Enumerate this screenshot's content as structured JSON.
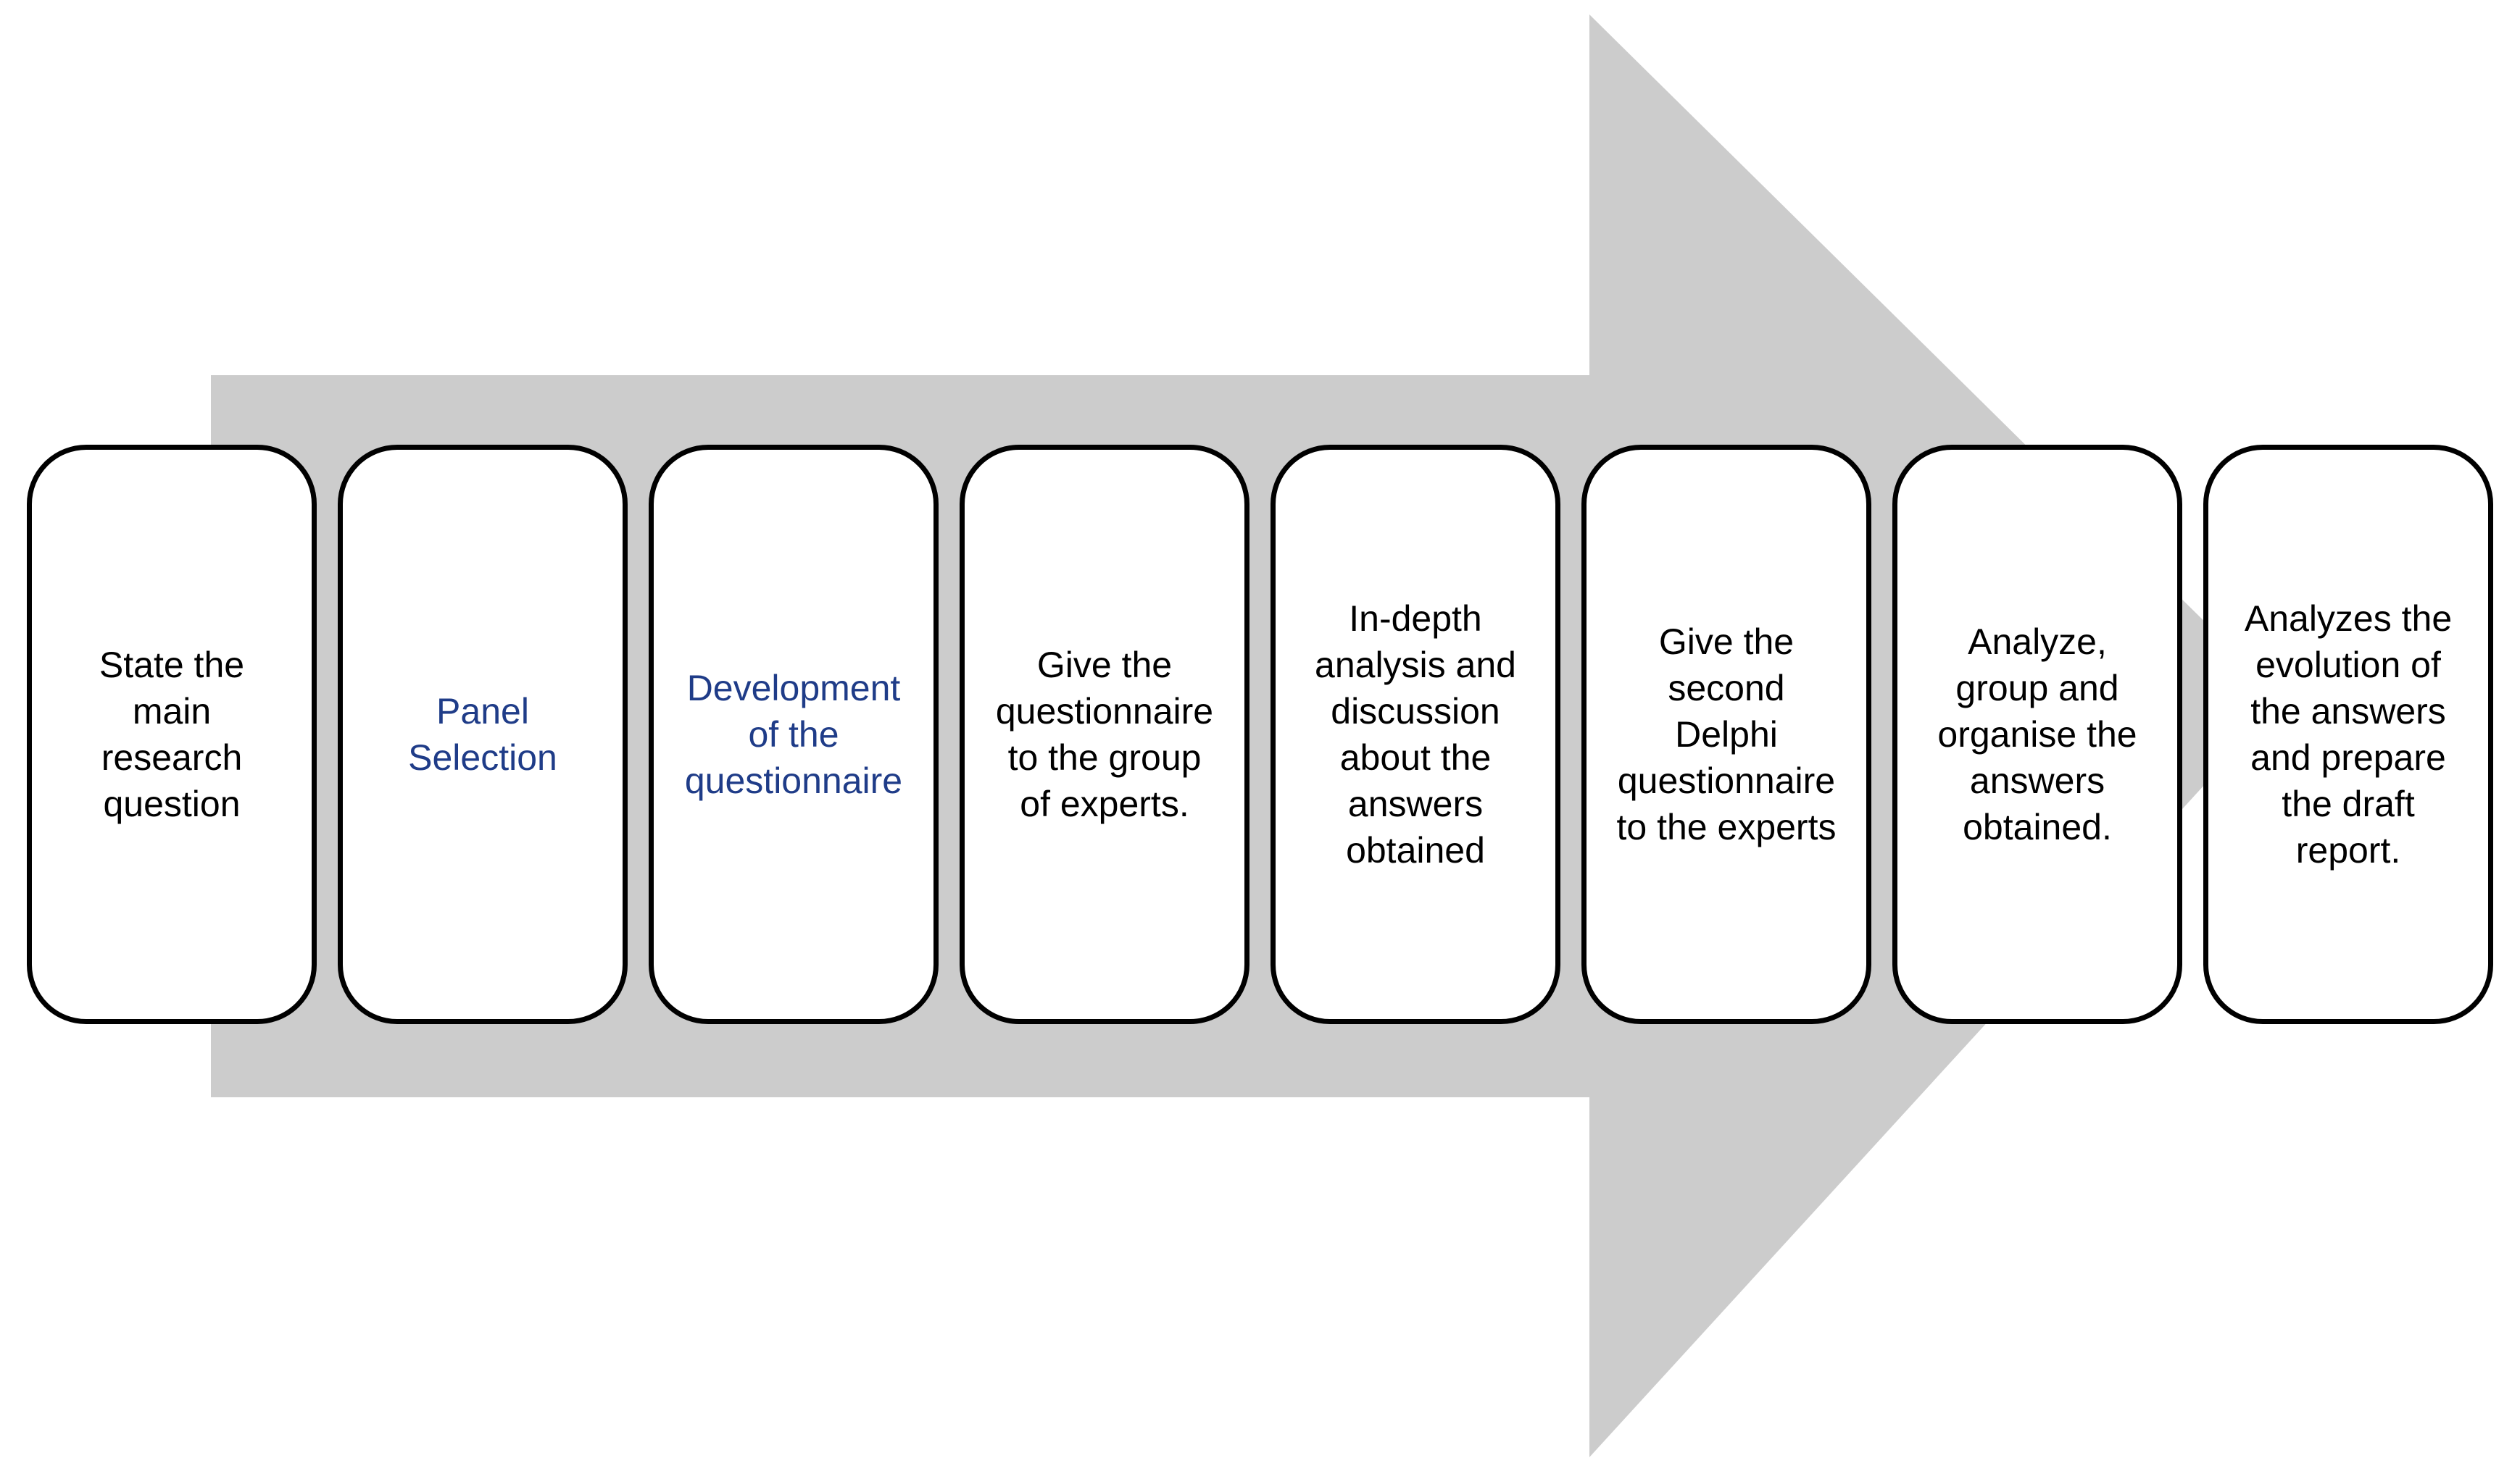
{
  "colors": {
    "arrow": "#cccccc",
    "box_border": "#000000",
    "box_fill": "#ffffff",
    "text_default": "#000000",
    "text_highlight": "#1f3c88"
  },
  "steps": [
    {
      "lines": [
        "State the",
        "main",
        "research",
        "question"
      ],
      "highlight": false
    },
    {
      "lines": [
        "Panel",
        "Selection"
      ],
      "highlight": true
    },
    {
      "lines": [
        "Development",
        "of the",
        "questionnaire"
      ],
      "highlight": true
    },
    {
      "lines": [
        "Give the",
        "questionnaire",
        "to the group",
        "of experts."
      ],
      "highlight": false
    },
    {
      "lines": [
        "In-depth",
        "analysis and",
        "discussion",
        "about the",
        "answers",
        "obtained"
      ],
      "highlight": false
    },
    {
      "lines": [
        "Give the",
        "second",
        "Delphi",
        "questionnaire",
        "to the experts"
      ],
      "highlight": false
    },
    {
      "lines": [
        "Analyze,",
        "group and",
        "organise the",
        "answers",
        "obtained."
      ],
      "highlight": false
    },
    {
      "lines": [
        "Analyzes the",
        "evolution of",
        "the answers",
        "and prepare",
        "the draft",
        "report."
      ],
      "highlight": false
    }
  ]
}
